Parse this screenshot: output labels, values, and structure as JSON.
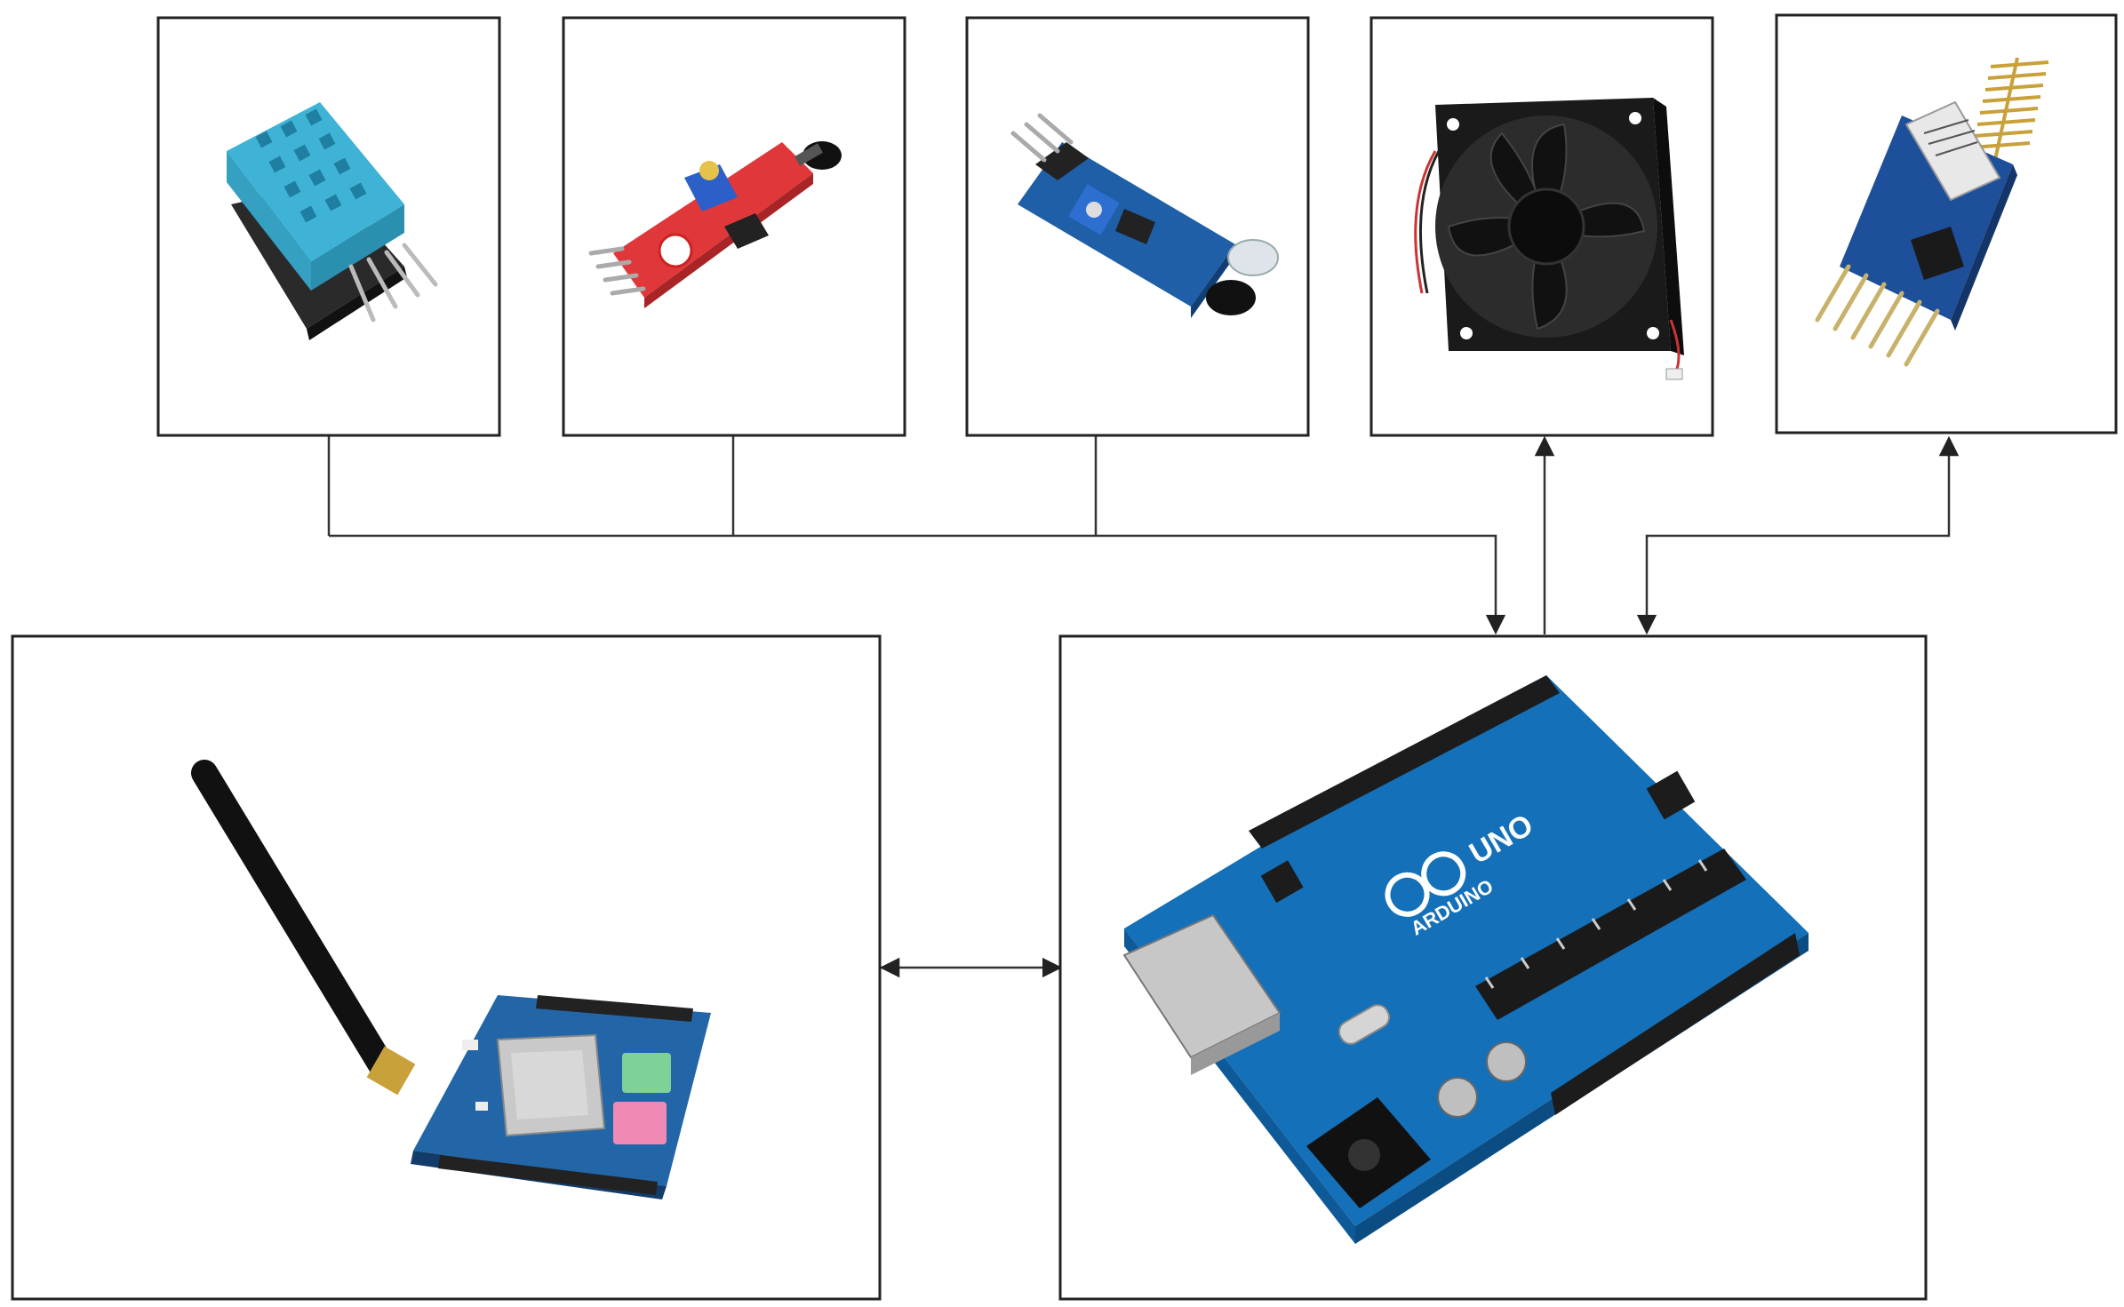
{
  "blocks": {
    "dht_sensor": {
      "icon": "dht-temperature-humidity-sensor-icon"
    },
    "flame_sensor": {
      "icon": "flame-sensor-module-icon"
    },
    "ir_sensor": {
      "icon": "ir-obstacle-sensor-module-icon"
    },
    "fan": {
      "icon": "cooling-fan-icon"
    },
    "rf_module": {
      "icon": "rf-transceiver-module-icon"
    },
    "gsm_shield": {
      "icon": "gsm-shield-with-antenna-icon"
    },
    "arduino": {
      "icon": "arduino-uno-board-icon",
      "logo_text": "ARDUINO",
      "model_text": "UNO"
    }
  },
  "colors": {
    "border": "#222222",
    "line": "#333333",
    "sensor_blue": "#3fb3d6",
    "sensor_red": "#e0383a",
    "pcb_blue": "#1e5fa8",
    "board_blue": "#1470b8",
    "fan_black": "#1a1a1a",
    "antenna_gold": "#c9a13a"
  },
  "connections": [
    {
      "from": "dht_sensor",
      "to": "arduino",
      "direction": "one-way"
    },
    {
      "from": "flame_sensor",
      "to": "arduino",
      "direction": "one-way"
    },
    {
      "from": "ir_sensor",
      "to": "arduino",
      "direction": "one-way"
    },
    {
      "from": "arduino",
      "to": "fan",
      "direction": "one-way"
    },
    {
      "from": "arduino",
      "to": "rf_module",
      "direction": "two-way"
    },
    {
      "from": "arduino",
      "to": "gsm_shield",
      "direction": "two-way"
    }
  ]
}
